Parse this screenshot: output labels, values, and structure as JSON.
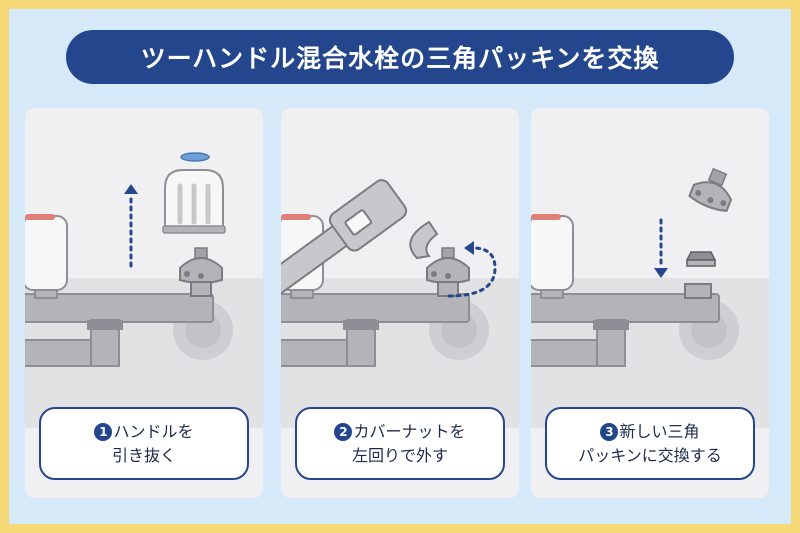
{
  "title": "ツーハンドル混合水栓の三角パッキンを交換",
  "steps": [
    {
      "number": "1",
      "line1": "ハンドルを",
      "line2": "引き抜く"
    },
    {
      "number": "2",
      "line1": "カバーナットを",
      "line2": "左回りで外す"
    },
    {
      "number": "3",
      "line1": "新しい三角",
      "line2": "パッキンに交換する"
    }
  ],
  "colors": {
    "frame": "#f6d977",
    "background": "#d6e9f8",
    "accent": "#24468c",
    "pipe": "#b4b4b8",
    "hot_tap": "#e07e78",
    "cold_tap": "#6f9fd8"
  }
}
